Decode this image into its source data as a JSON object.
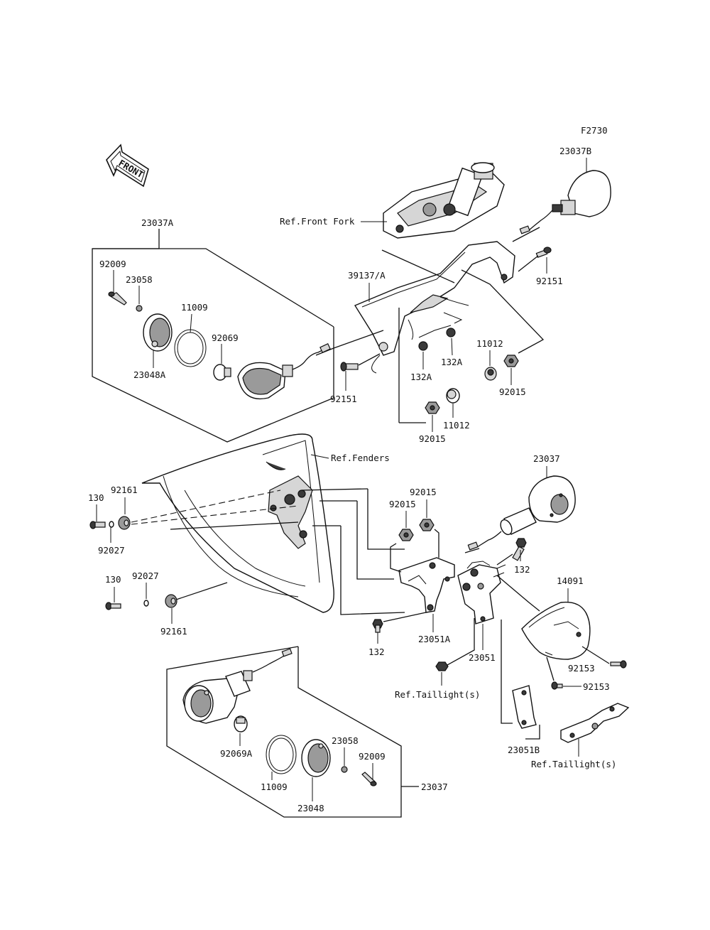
{
  "figure_code": "F2730",
  "front_arrow": {
    "text": "FRONT"
  },
  "callouts": {
    "c23037A": "23037A",
    "c92009_top": "92009",
    "c23058_top": "23058",
    "c11009_top": "11009",
    "c92069": "92069",
    "c23048A": "23048A",
    "c23037B": "23037B",
    "ref_front_fork": "Ref.Front Fork",
    "c39137A": "39137/A",
    "c92151_right": "92151",
    "c92151_left": "92151",
    "c132A_a": "132A",
    "c132A_b": "132A",
    "c11012_a": "11012",
    "c11012_b": "11012",
    "c92015_a": "92015",
    "c92015_b": "92015",
    "ref_fenders": "Ref.Fenders",
    "c23037_mid": "23037",
    "c130_a": "130",
    "c92161_a": "92161",
    "c92027_a": "92027",
    "c92015_c": "92015",
    "c92015_d": "92015",
    "c132_a": "132",
    "c130_b": "130",
    "c92027_b": "92027",
    "c92161_b": "92161",
    "c14091": "14091",
    "c132_b": "132",
    "c23051A": "23051A",
    "c23051": "23051",
    "c92153_a": "92153",
    "c92153_b": "92153",
    "ref_taillight_a": "Ref.Taillight(s)",
    "c92069A": "92069A",
    "c11009_bot": "11009",
    "c23058_bot": "23058",
    "c92009_bot": "92009",
    "c23048": "23048",
    "c23037_bot": "23037",
    "c23051B": "23051B",
    "ref_taillight_b": "Ref.Taillight(s)"
  }
}
